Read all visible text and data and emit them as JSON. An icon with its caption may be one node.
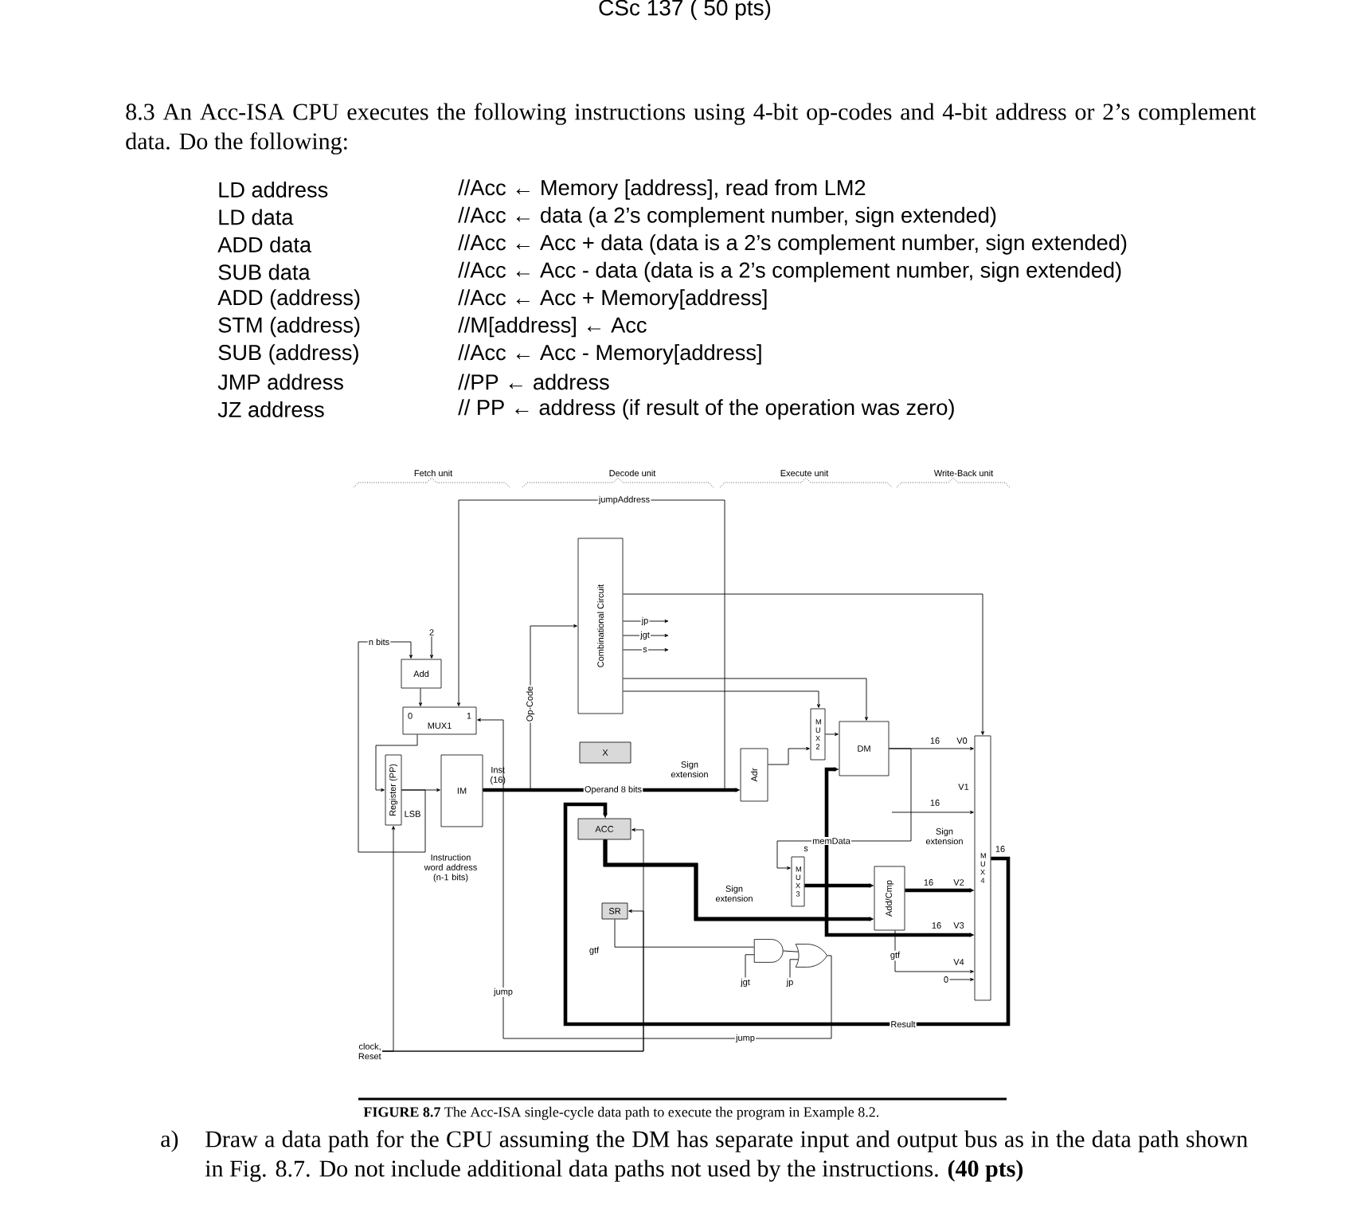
{
  "diagram": {
    "title": "CSc 137 ( 50 pts)",
    "caption": "**FIGURE 8.7** The Acc-ISA single-cycle data path to execute the program in Example 8.2.",
    "nodes": [
      {
        "text": [
          "Add"
        ]
      },
      {
        "text": [
          "0",
          "MUX1",
          "1"
        ]
      },
      {
        "text": [
          "Register (PP)"
        ]
      },
      {
        "text": [
          "IM"
        ]
      },
      {
        "text": [
          "Combinational Circuit"
        ]
      },
      {
        "text": [
          "X"
        ]
      },
      {
        "text": [
          "ACC"
        ]
      },
      {
        "text": [
          "SR"
        ]
      },
      {
        "text": [
          "Adr"
        ]
      },
      {
        "text": [
          "M U X 2"
        ]
      },
      {
        "text": [
          "DM"
        ]
      },
      {
        "text": [
          "M U X 3"
        ]
      },
      {
        "text": [
          "Add/Cmp"
        ]
      },
      {
        "text": [
          "M U X 4"
        ]
      },
      {
        "text": [],
        "shape": "gate"
      },
      {
        "text": [],
        "shape": "gate"
      },
      {
        "text": [
          "2"
        ]
      },
      {
        "text": [
          "clock, Reset"
        ]
      },
      {
        "text": [
          "jgt"
        ]
      },
      {
        "text": [
          "jp"
        ]
      },
      {
        "text": [
          "0"
        ]
      }
    ],
    "edges": [
      {
        "from": 2,
        "to": 3,
        "arrow": "to"
      },
      {
        "from": 2,
        "to": 0,
        "arrow": "to",
        "label": "n bits"
      },
      {
        "from": 16,
        "to": 0,
        "arrow": "to"
      },
      {
        "from": 0,
        "to": 1,
        "arrow": "to"
      },
      {
        "from": 1,
        "to": 2,
        "arrow": "to"
      },
      {
        "from": 3,
        "to": 4,
        "arrow": "to",
        "label": "Op-Code"
      },
      {
        "from": 3,
        "to": 1,
        "arrow": "to",
        "label": "jumpAddress"
      },
      {
        "from": 3,
        "to": 8,
        "arrow": "to",
        "label": "Operand 8 bits",
        "style": "thick"
      },
      {
        "from": 8,
        "to": 9,
        "arrow": "to"
      },
      {
        "from": 9,
        "to": 10,
        "arrow": "to"
      },
      {
        "from": 10,
        "to": 13,
        "arrow": "to"
      },
      {
        "from": 6,
        "to": 12,
        "arrow": "to",
        "style": "thick"
      },
      {
        "from": 11,
        "to": 12,
        "arrow": "to",
        "style": "thick"
      },
      {
        "from": 10,
        "to": 11,
        "arrow": "to",
        "label": "memData"
      },
      {
        "from": 12,
        "to": 13,
        "arrow": "to",
        "style": "thick"
      },
      {
        "from": 12,
        "to": 13,
        "arrow": "to",
        "label": "gtf"
      },
      {
        "from": 13,
        "to": 6,
        "arrow": "to",
        "label": "Result",
        "style": "thick"
      },
      {
        "from": 4,
        "to": null,
        "arrow": "to",
        "label": "jp"
      },
      {
        "from": 4,
        "to": null,
        "arrow": "to",
        "label": "jgt"
      },
      {
        "from": 4,
        "to": null,
        "arrow": "to",
        "label": "s"
      },
      {
        "from": 18,
        "to": 14,
        "arrow": "none"
      },
      {
        "from": 19,
        "to": 15,
        "arrow": "none"
      },
      {
        "from": 14,
        "to": 15,
        "arrow": "none"
      },
      {
        "from": 7,
        "to": 14,
        "arrow": "none"
      },
      {
        "from": 15,
        "to": 1,
        "arrow": "to",
        "label": "jump"
      },
      {
        "from": 17,
        "to": 2,
        "arrow": "to"
      },
      {
        "from": 17,
        "to": 6,
        "arrow": "to"
      },
      {
        "from": 17,
        "to": 7,
        "arrow": "to"
      },
      {
        "from": 4,
        "to": 13,
        "arrow": "to"
      },
      {
        "from": 4,
        "to": 9,
        "arrow": "to"
      },
      {
        "from": 4,
        "to": 10,
        "arrow": "to"
      },
      {
        "from": null,
        "to": 13,
        "arrow": "to"
      },
      {
        "from": 6,
        "to": 13,
        "arrow": "to",
        "style": "thick"
      },
      {
        "from": 20,
        "to": 13,
        "arrow": "to"
      },
      {
        "from": 6,
        "to": 10,
        "arrow": "to",
        "style": "thick"
      }
    ],
    "labels": [
      "8.3 An Acc-ISA CPU executes the following instructions using 4-bit op-codes and 4-bit address or 2’s complement data.  Do the following:",
      "LD address",
      "//Acc ← Memory [address], read from LM2",
      "LD data",
      "//Acc ← data (a 2’s complement number, sign extended)",
      "ADD data",
      "//Acc ← Acc + data (data is a 2’s complement number, sign extended)",
      "SUB data",
      "//Acc ← Acc - data (data is a 2’s complement number, sign extended)",
      "ADD (address)",
      "//Acc ← Acc + Memory[address]",
      "STM (address)",
      "//M[address] ← Acc",
      "SUB (address)",
      "//Acc ← Acc - Memory[address]",
      "JMP address",
      "//PP ← address",
      "JZ address",
      "// PP ← address (if result of the operation was zero)",
      "Fetch unit",
      "Decode unit",
      "Execute unit",
      "Write-Back unit",
      "Inst (16)",
      "LSB",
      "Instruction word address (n-1 bits)",
      "Sign extension",
      "16",
      "V0",
      "V1",
      "16",
      "Sign extension",
      "s",
      "Sign extension",
      "16",
      "V2",
      "16",
      "V3",
      "gtf",
      "V4",
      "16",
      "jump",
      "a)",
      "Draw a data path for the CPU assuming the DM has separate input and output bus as in the data path shown in Fig. 8.7.  Do not include additional data paths not used by the instructions. **(40 pts)**"
    ]
  }
}
